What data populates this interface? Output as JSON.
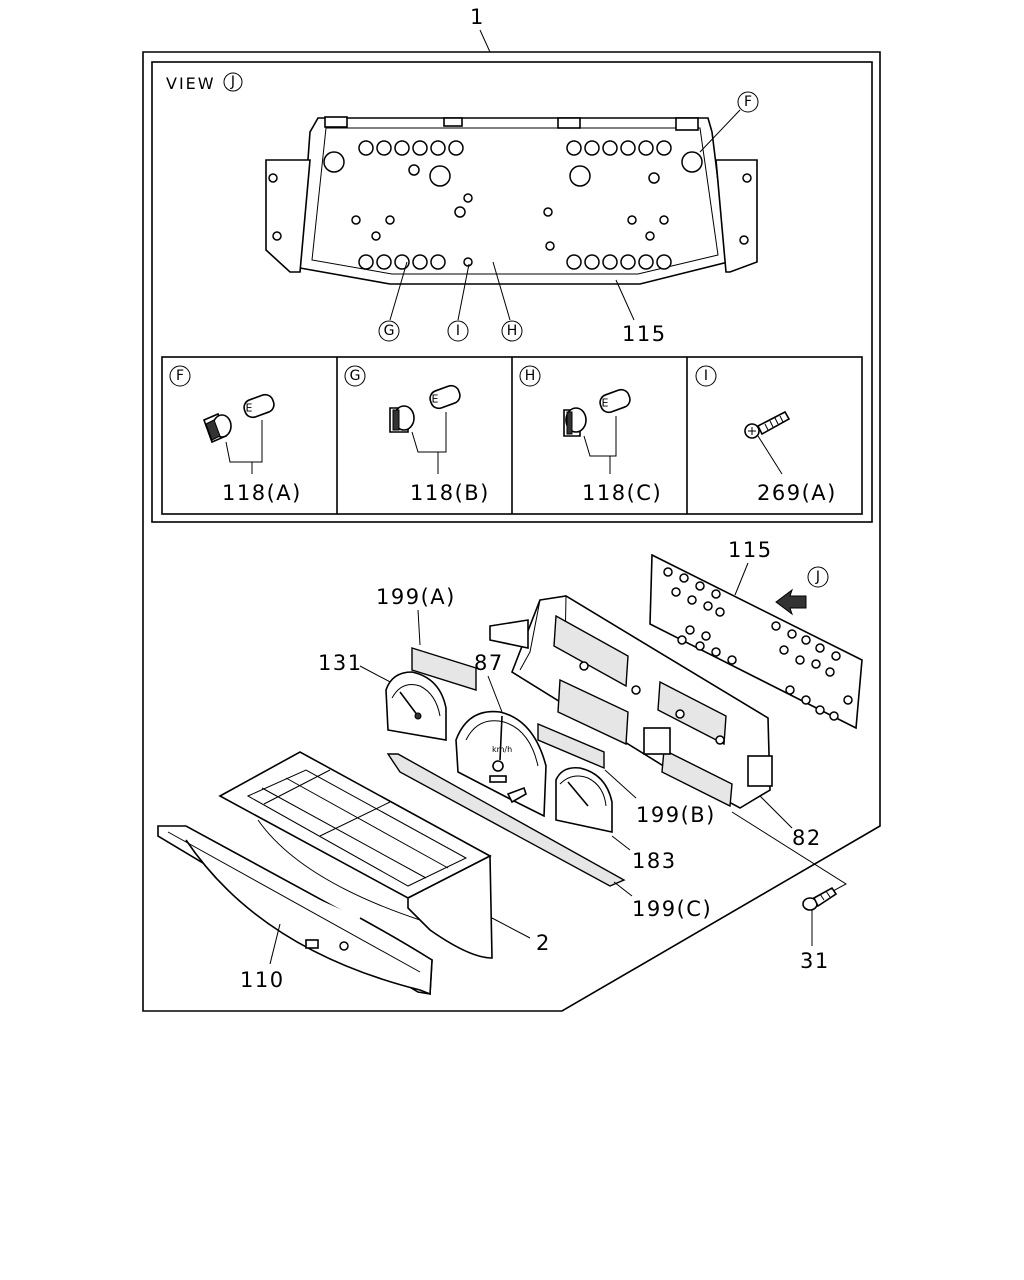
{
  "assembly_number": "1",
  "view_title": "VIEW",
  "view_letter": "J",
  "view_callouts": {
    "F": "F",
    "G": "G",
    "I": "I",
    "H": "H"
  },
  "view_parts": {
    "board": "115"
  },
  "details": [
    {
      "letter": "F",
      "part": "118(A)"
    },
    {
      "letter": "G",
      "part": "118(B)"
    },
    {
      "letter": "H",
      "part": "118(C)"
    },
    {
      "letter": "I",
      "part": "269(A)"
    }
  ],
  "exploded_labels": {
    "board": "115",
    "view_arrow": "J",
    "film_a": "199(A)",
    "gauge_131": "131",
    "speedo": "87",
    "film_b": "199(B)",
    "case": "82",
    "gauge_183": "183",
    "film_c": "199(C)",
    "screw": "31",
    "hood": "2",
    "cover": "110"
  }
}
